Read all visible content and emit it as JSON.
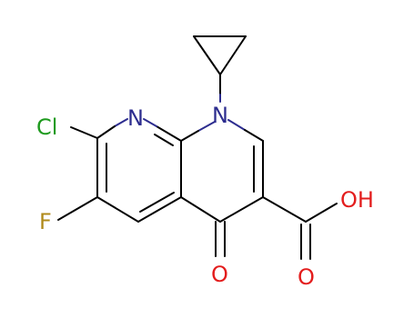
{
  "molecule": {
    "atoms": {
      "cl": {
        "label": "Cl",
        "color": "#1e9a1e"
      },
      "f": {
        "label": "F",
        "color": "#b08a1a"
      },
      "n_ring": {
        "label": "N",
        "color": "#2d2d8f"
      },
      "n_sub": {
        "label": "N",
        "color": "#2d2d8f"
      },
      "o_keto": {
        "label": "O",
        "color": "#e31d1d"
      },
      "o_acid": {
        "label": "O",
        "color": "#e31d1d"
      },
      "oh": {
        "label": "OH",
        "color": "#e31d1d"
      }
    },
    "colors": {
      "bond": "#000000",
      "nitrogen": "#2d2d8f",
      "oxygen": "#e31d1d"
    }
  }
}
